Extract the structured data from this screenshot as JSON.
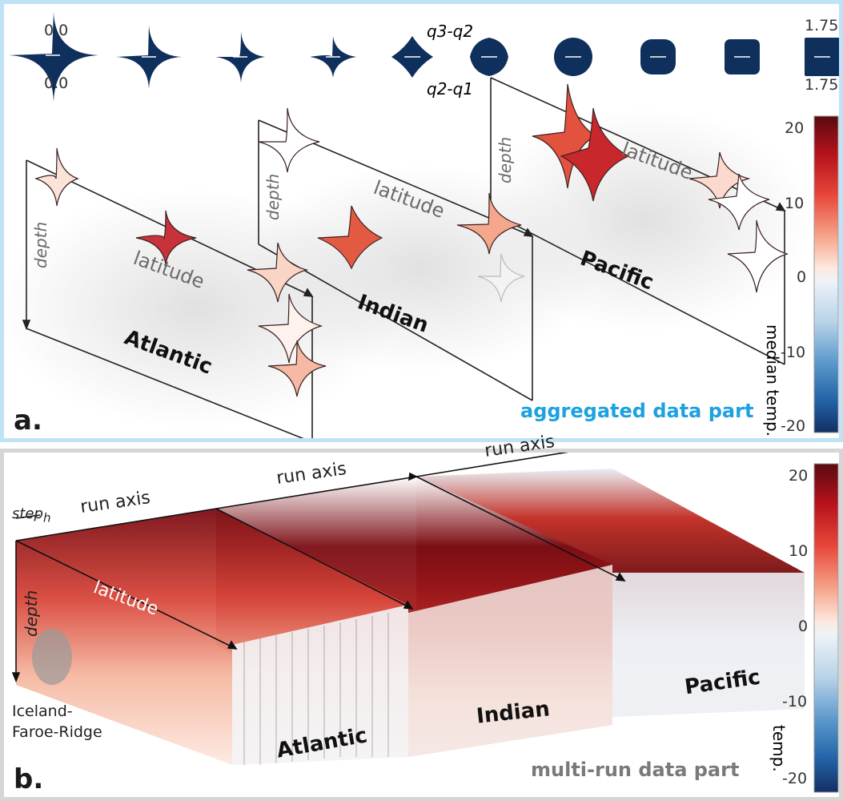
{
  "panel_a": {
    "letter": "a.",
    "caption": "aggregated data part",
    "legend_top_left": "0.0",
    "legend_bottom_left": "0.0",
    "legend_top_right": "1.75",
    "legend_bottom_right": "1.75",
    "legend_q_top": "q3-q2",
    "legend_q_bottom": "q2-q1",
    "colorbar_label": "median temp.",
    "colorbar_ticks": [
      "20",
      "10",
      "0",
      "-10",
      "-20"
    ],
    "oceans": [
      "Atlantic",
      "Indian",
      "Pacific"
    ],
    "axis_depth": "depth",
    "axis_latitude": "latitude"
  },
  "panel_b": {
    "letter": "b.",
    "caption": "multi-run data part",
    "colorbar_label": "temp.",
    "colorbar_ticks": [
      "20",
      "10",
      "0",
      "-10",
      "-20"
    ],
    "oceans": [
      "Atlantic",
      "Indian",
      "Pacific"
    ],
    "axis_run": "run axis",
    "axis_step": "step",
    "axis_step_sub": "h",
    "axis_depth": "depth",
    "axis_latitude": "latitude",
    "annotation_line1": "Iceland-",
    "annotation_line2": "Faroe-Ridge"
  },
  "colors": {
    "caption_a": "#1da1e0",
    "caption_b": "#7a7a7a",
    "glyph": "#0f2f5c",
    "border_a": "#bfe2f6",
    "border_b": "#d6d6d6"
  }
}
